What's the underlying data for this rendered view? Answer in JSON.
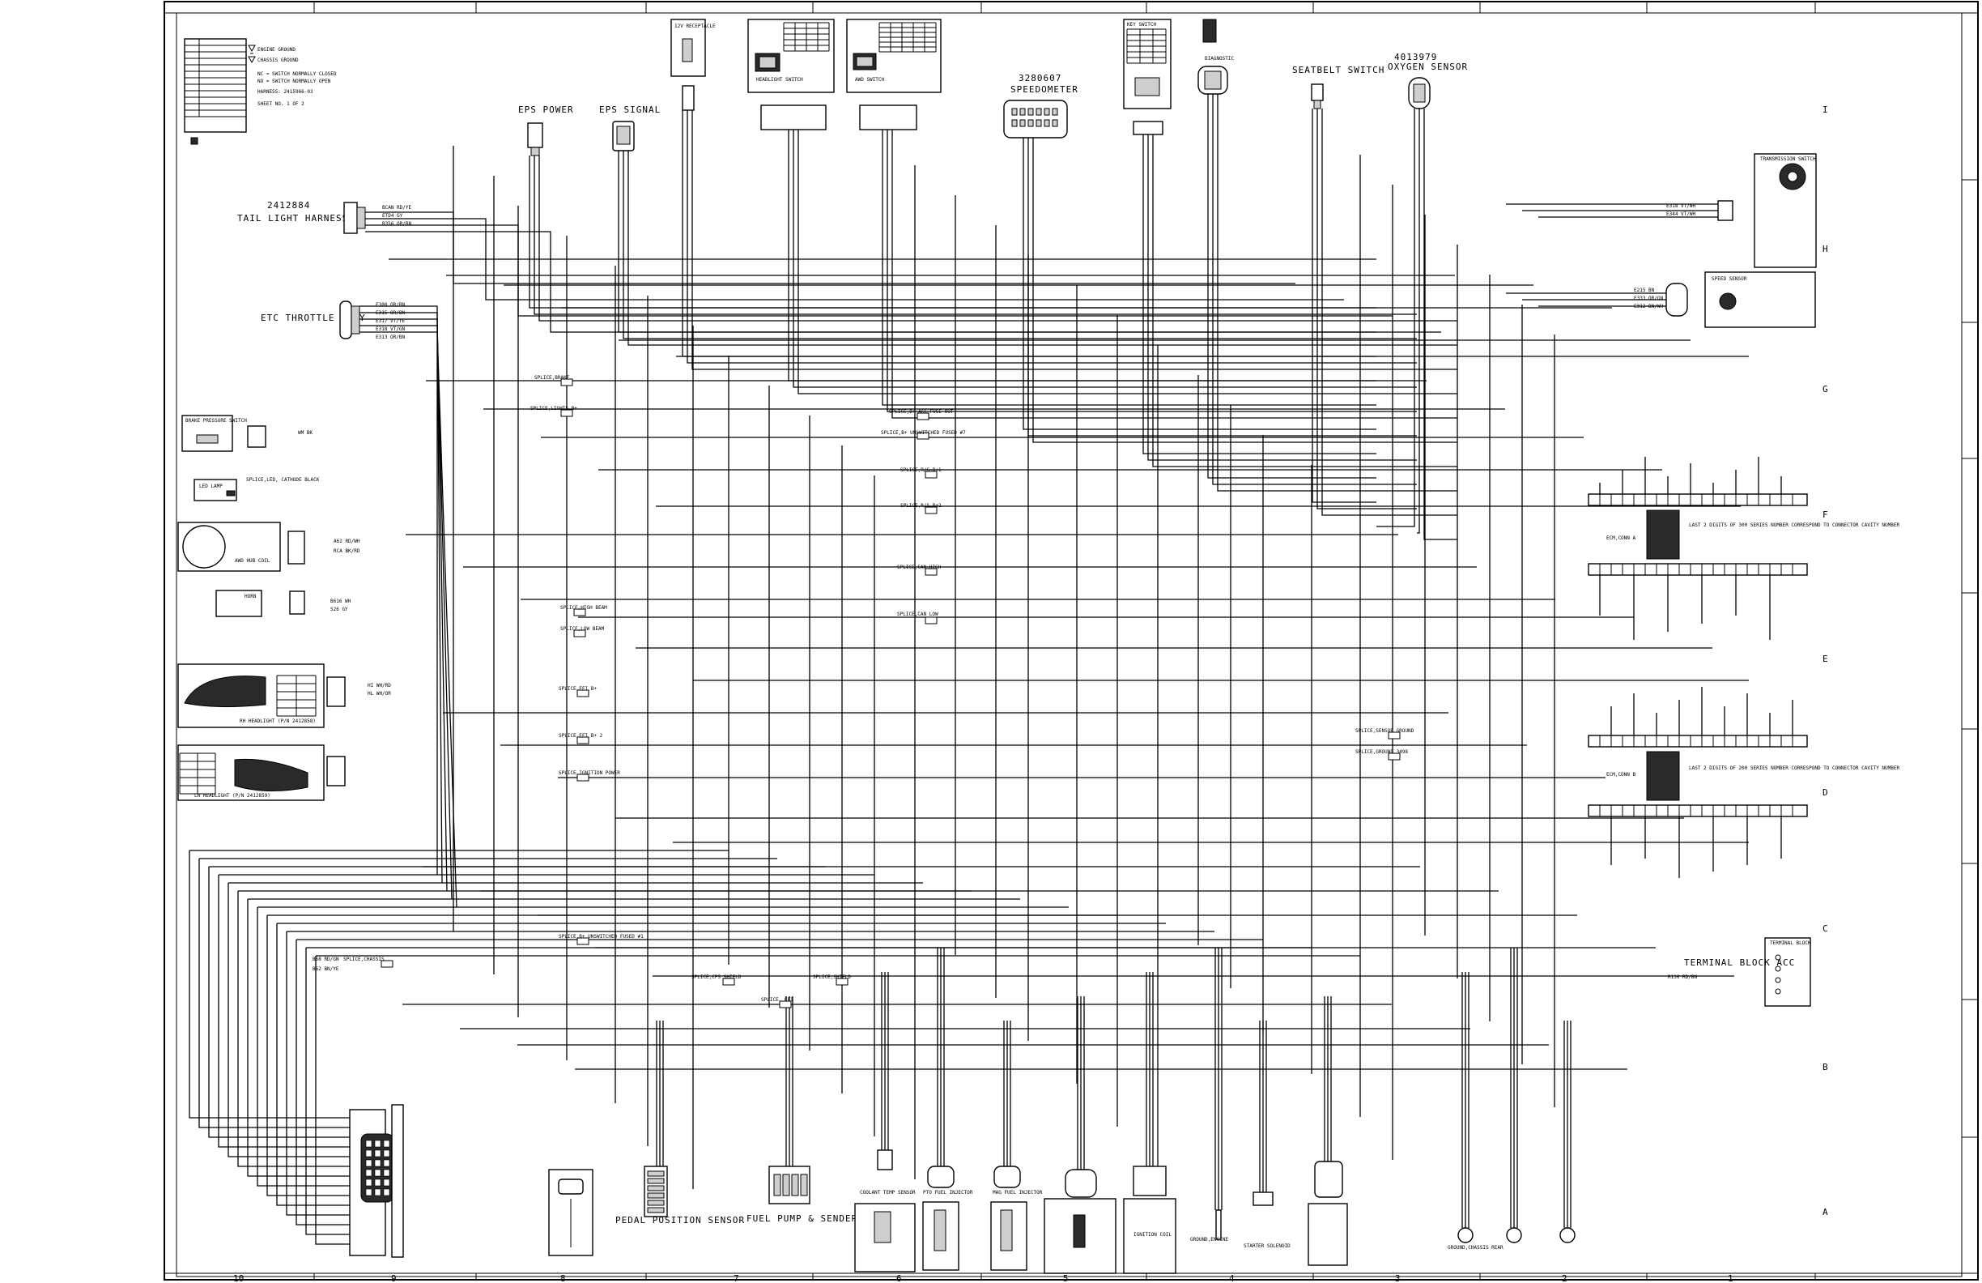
{
  "title_block": {
    "legend_rows": [
      "ENGINE GROUND",
      "CHASSIS GROUND",
      "NC = SWITCH NORMALLY CLOSED",
      "NO = SWITCH NORMALLY OPEN",
      "HARNESS: 2415966-03",
      "SHEET NO. 1 OF 2"
    ]
  },
  "grid": {
    "rows": [
      "I",
      "H",
      "G",
      "F",
      "E",
      "D",
      "C",
      "B",
      "A"
    ],
    "cols": [
      "10",
      "9",
      "8",
      "7",
      "6",
      "5",
      "4",
      "3",
      "2",
      "1"
    ]
  },
  "components": {
    "tail_light_num": "2412884",
    "tail_light": "TAIL LIGHT HARNESS",
    "etc_throttle": "ETC THROTTLE BODY",
    "eps_power": "EPS POWER",
    "eps_signal": "EPS SIGNAL",
    "receptacle": "12V RECEPTACLE",
    "headlight_switch": "HEADLIGHT SWITCH",
    "awd_switch": "AWD SWITCH",
    "speedometer_num": "3280607",
    "speedometer": "SPEEDOMETER",
    "key_switch": "KEY SWITCH",
    "diagnostic": "DIAGNOSTIC",
    "seatbelt_switch": "SEATBELT SWITCH",
    "oxygen_num": "4013979",
    "oxygen_sensor": "OXYGEN SENSOR",
    "transmission_switch": "TRANSMISSION SWITCH",
    "speed_sensor": "SPEED SENSOR",
    "brake_switch": "BRAKE PRESSURE SWITCH",
    "led_lamp": "LED LAMP",
    "awd_coil": "AWD HUB COIL",
    "horn": "HORN",
    "rh_headlight": "RH HEADLIGHT (P/N 2412858)",
    "lh_headlight": "LH HEADLIGHT (P/N 2412859)",
    "ecm_conn_a": "ECM,CONN A",
    "ecm_conn_b": "ECM,CONN B",
    "terminal_block": "TERMINAL BLOCK",
    "terminal_block_acc": "TERMINAL BLOCK ACC",
    "pedal_sensor": "PEDAL POSITION SENSOR",
    "fuel_pump": "FUEL PUMP & SENDER",
    "coolant_sensor": "COOLANT TEMP SENSOR",
    "pto_injector": "PTO FUEL INJECTOR",
    "mag_injector": "MAG FUEL INJECTOR",
    "ignition_coil": "IGNITION COIL",
    "starter_solenoid": "STARTER SOLENOID",
    "ground_engine": "GROUND,ENGINE",
    "ground_chassis_rear": "GROUND,CHASSIS REAR"
  },
  "splices": [
    "SPLICE,BRAKE",
    "SPLICE,LIGHTS B+",
    "SPLICE,B+ ACC FUSE OUT",
    "SPLICE,B+ UNSWITCHED FUSED #7",
    "SPLICE,LED, CATHODE BLACK",
    "SPLICE,R/S B+1",
    "SPLICE,R/S B+2",
    "SPLICE,CAN HIGH",
    "SPLICE,CAN LOW",
    "SPLICE,HIGH BEAM",
    "SPLICE,LOW BEAM",
    "SPLICE,EFI B+",
    "SPLICE,EFI B+ 2",
    "SPLICE,IGNITION POWER",
    "SPLICE,SENSOR GROUND",
    "SPLICE,GROUND 3498",
    "SPLICE,B+ UNSWITCHED FUSED #1",
    "SPLICE,CHASSIS",
    "SPLICE,CPS SHIELD",
    "SPLICE,SHIELD",
    "SPLICE, EFI"
  ],
  "wire_labels": [
    "BCAN RD/YE",
    "ETD4 GY",
    "B356 OR/BN",
    "E300 OR/BN",
    "E315 OR/BN",
    "E317 VT/YE",
    "E318 VT/GN",
    "E313 OR/BN",
    "WM BK",
    "RCA BK/RD",
    "A62 RD/WH",
    "B616 WH",
    "S26 GY",
    "HI WH/RD",
    "HL WH/OR",
    "E318 VT/WH",
    "E344 VT/WH",
    "E215 BN",
    "E333 OR/GN",
    "E312 BN/WH",
    "R130 RD/BN",
    "B68 RD/GN",
    "B62 BN/YE"
  ],
  "notes": {
    "ecm_a_note": "LAST 2 DIGITS OF 300 SERIES NUMBER CORRESPOND TO CONNECTOR CAVITY NUMBER",
    "ecm_b_note": "LAST 2 DIGITS OF 200 SERIES NUMBER CORRESPOND TO CONNECTOR CAVITY NUMBER"
  }
}
